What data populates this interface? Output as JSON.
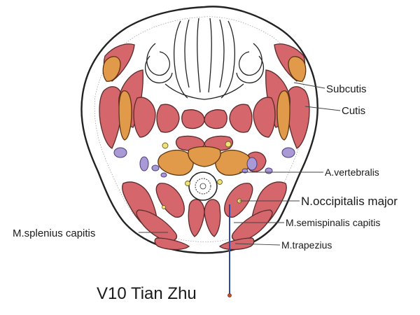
{
  "title": "V10 Tian Zhu",
  "labels": {
    "subcutis": "Subcutis",
    "cutis": "Cutis",
    "a_vertebralis": "A.vertebralis",
    "n_occipitalis_major": "N.occipitalis major",
    "m_semispinalis_capitis": "M.semispinalis capitis",
    "m_splenius_capitis": "M.splenius capitis",
    "m_trapezius": "M.trapezius"
  },
  "colors": {
    "muscle": "#d4666c",
    "bone": "#e09a4a",
    "vessel": "#a99ad6",
    "nerve": "#f0e27a",
    "needle": "#2c4aa8"
  }
}
